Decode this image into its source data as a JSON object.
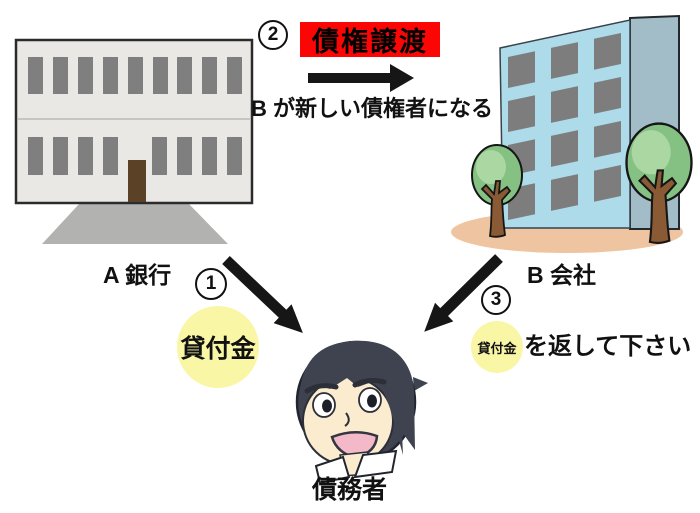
{
  "diagram": {
    "steps": {
      "step1": {
        "badge": "1",
        "bubble_label": "貸付金"
      },
      "step2": {
        "badge": "2",
        "title": "債権譲渡",
        "caption": "B が新しい債権者になる"
      },
      "step3": {
        "badge": "3",
        "bubble_label": "貸付金",
        "message": "を返して下さい"
      }
    },
    "entities": {
      "bank_label": "A 銀行",
      "company_label": "B 会社",
      "debtor_label": "債務者"
    },
    "colors": {
      "highlight_bg": "#fb0505",
      "highlight_text": "#000000",
      "bubble_yellow": "#f9f7a5",
      "arrow_black": "#161616",
      "bank_wall": "#e9e8e5",
      "bank_window": "#7f7f7f",
      "bank_door": "#5b4126",
      "bank_base": "#b2b2b0",
      "company_front": "#addbea",
      "company_side": "#a2bcc8",
      "company_window": "#7d7d7d",
      "ground": "#eec5a0",
      "tree_foliage": "#86c184",
      "tree_trunk": "#8a5a35",
      "debtor_hair": "#3f4350",
      "debtor_skin": "#fbecd0",
      "debtor_mouth": "#f3b9c8"
    }
  }
}
